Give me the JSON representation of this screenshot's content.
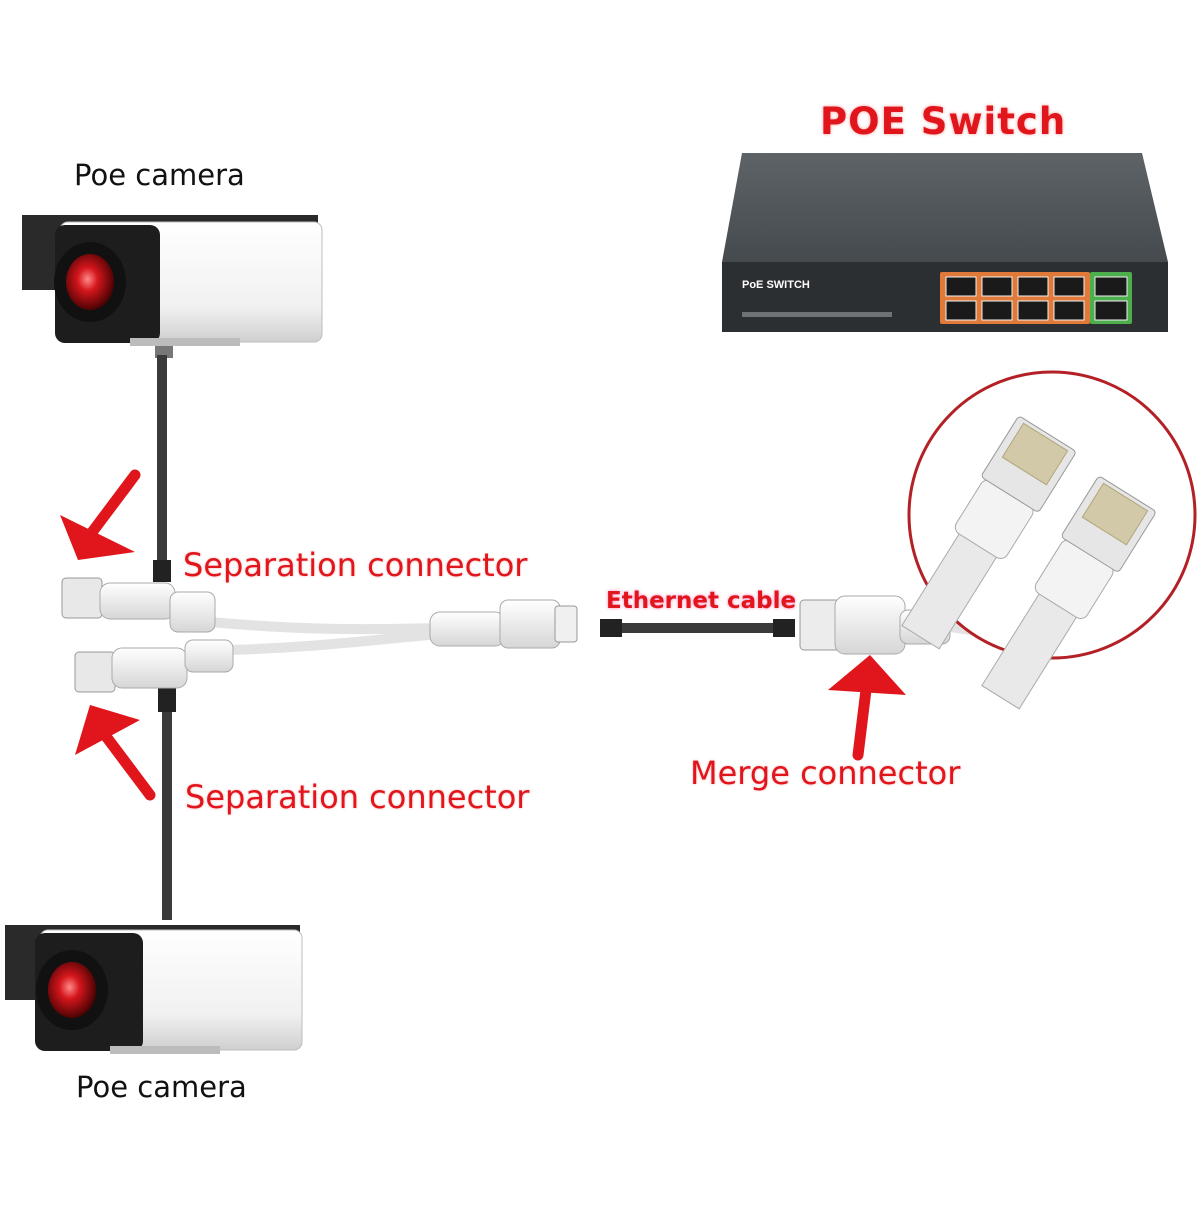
{
  "title": "POE Switch",
  "cameras": {
    "top_label": "Poe camera",
    "bottom_label": "Poe camera"
  },
  "connectors": {
    "separation_top": "Separation connector",
    "separation_bottom": "Separation connector",
    "merge": "Merge connector",
    "cable": "Ethernet cable"
  },
  "switch": {
    "brand": "PoE SWITCH",
    "poe_ports": 8,
    "uplink_ports": 2
  },
  "colors": {
    "accent_red": "#e0161c",
    "switch_body": "#3e4448",
    "poe_port_frame": "#e07a3a",
    "uplink_port_frame": "#4cae4c"
  }
}
